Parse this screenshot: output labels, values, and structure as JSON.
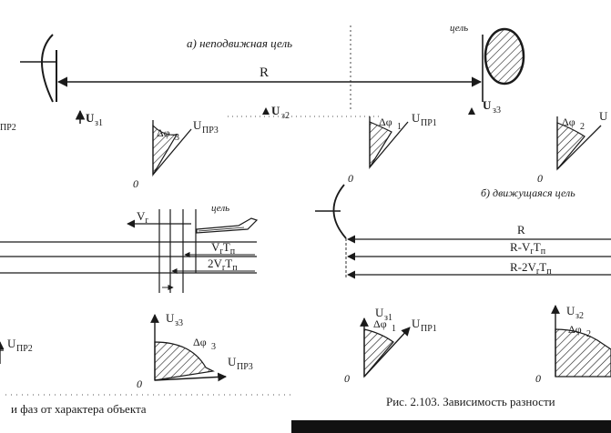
{
  "scene_a": {
    "caption": "а) неподвижная цель",
    "target_label": "цель",
    "range_label": "R",
    "markers": [
      {
        "base": "U",
        "sub": "з1"
      },
      {
        "base": "U",
        "sub": "з2"
      },
      {
        "base": "U",
        "sub": "з3"
      }
    ],
    "left_cut_sub": "ПР2"
  },
  "scene_b": {
    "caption": "б) движущаяся цель",
    "target_label": "цель",
    "ranges": [
      "R",
      "R-V",
      "R-2V"
    ],
    "range_subs": [
      "r",
      "T",
      "п"
    ],
    "velocity": {
      "base": "V",
      "sub": "r"
    },
    "vt_labels": [
      {
        "lead": "V",
        "sub1": "r",
        "mid": "T",
        "sub2": "п"
      },
      {
        "lead": "2V",
        "sub1": "r",
        "mid": "T",
        "sub2": "п"
      }
    ]
  },
  "phasors": {
    "top": [
      {
        "delta": "Δφ",
        "delta_sub": "3",
        "u_sub": "ПР3",
        "origin": "0"
      },
      {
        "delta": "Δφ",
        "delta_sub": "1",
        "u_sub": "ПР1",
        "origin": "0"
      },
      {
        "delta": "Δφ",
        "delta_sub": "2",
        "u_sub": "",
        "origin": "0"
      }
    ],
    "bottom": [
      {
        "u_top_sub": "",
        "delta_sub": "",
        "u_sub": "ПР2",
        "origin": ""
      },
      {
        "u_top_sub": "з3",
        "delta": "Δφ",
        "delta_sub": "3",
        "u_sub": "ПР3",
        "origin": "0"
      },
      {
        "u_top_sub": "з1",
        "delta": "Δφ",
        "delta_sub": "1",
        "u_sub": "ПР1",
        "origin": "0"
      },
      {
        "u_top_sub": "з2",
        "delta": "Δφ",
        "delta_sub": "2",
        "u_sub": "",
        "origin": "0"
      }
    ],
    "u_letter": "U"
  },
  "footer": {
    "left_text": "и фаз от характера объекта",
    "right_text": "Рис. 2.103. Зависимость разности"
  }
}
